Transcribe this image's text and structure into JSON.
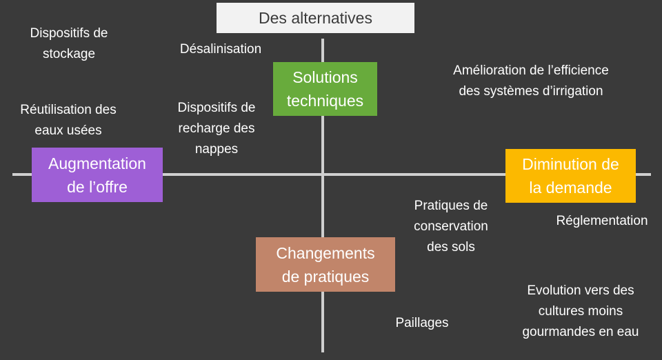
{
  "title": "Des alternatives",
  "axes": {
    "left": {
      "lines": [
        "Augmentation",
        "de l’offre"
      ],
      "color": "#9e5fd6"
    },
    "right": {
      "lines": [
        "Diminution de",
        "la demande"
      ],
      "color": "#fcb900"
    },
    "top": {
      "lines": [
        "Solutions",
        "techniques"
      ],
      "color": "#68ab3c"
    },
    "bottom": {
      "lines": [
        "Changements",
        "de pratiques"
      ],
      "color": "#c1856a"
    }
  },
  "items": {
    "stockage": [
      "Dispositifs de",
      "stockage"
    ],
    "desalinisation": [
      "Désalinisation"
    ],
    "reutilisation": [
      "Réutilisation des",
      "eaux usées"
    ],
    "recharge": [
      "Dispositifs de",
      "recharge des",
      "nappes"
    ],
    "efficience": [
      "Amélioration de l’efficience",
      "des systèmes d’irrigation"
    ],
    "conservation": [
      "Pratiques de",
      "conservation",
      "des sols"
    ],
    "reglementation": [
      "Réglementation"
    ],
    "cultures": [
      "Evolution vers des",
      "cultures moins",
      "gourmandes en eau"
    ],
    "paillages": [
      "Paillages"
    ]
  }
}
